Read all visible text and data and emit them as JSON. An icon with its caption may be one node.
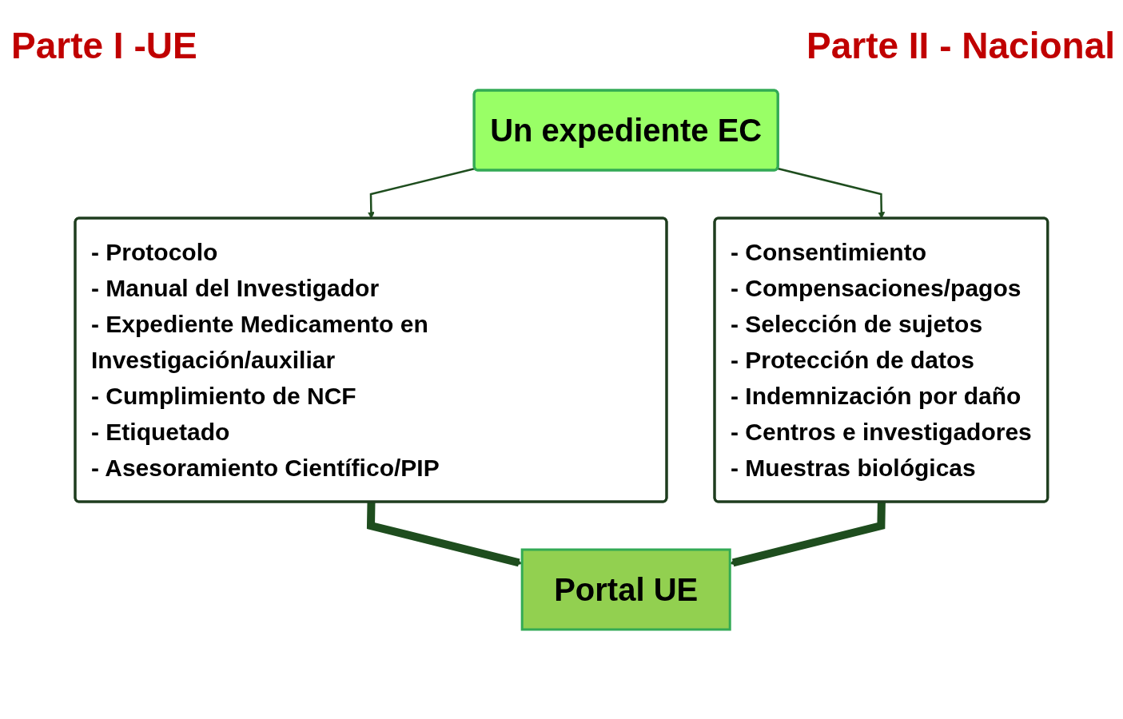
{
  "diagram": {
    "nodes": [
      {
        "text": [
          "Un expediente  EC"
        ]
      },
      {
        "text": [
          "- Protocolo",
          "- Manual del Investigador",
          "- Expediente Medicamento en Investigación/auxiliar",
          "- Cumplimiento de NCF",
          "- Etiquetado",
          "- Asesoramiento Científico/PIP"
        ]
      },
      {
        "text": [
          "- Consentimiento",
          "- Compensaciones/pagos",
          "- Selección de sujetos",
          "- Protección de datos",
          "- Indemnización por daño",
          "- Centros  e  investigadores",
          "- Muestras biológicas"
        ]
      },
      {
        "text": [
          "Portal  UE"
        ]
      }
    ],
    "edges": [
      {
        "from": 0,
        "to": 1,
        "arrow": "to"
      },
      {
        "from": 0,
        "to": 2,
        "arrow": "to"
      },
      {
        "from": 1,
        "to": 3,
        "arrow": "to",
        "style": "thick"
      },
      {
        "from": 2,
        "to": 3,
        "arrow": "to",
        "style": "thick"
      }
    ],
    "labels": [
      "Parte I -UE",
      "Parte II - Nacional"
    ]
  }
}
